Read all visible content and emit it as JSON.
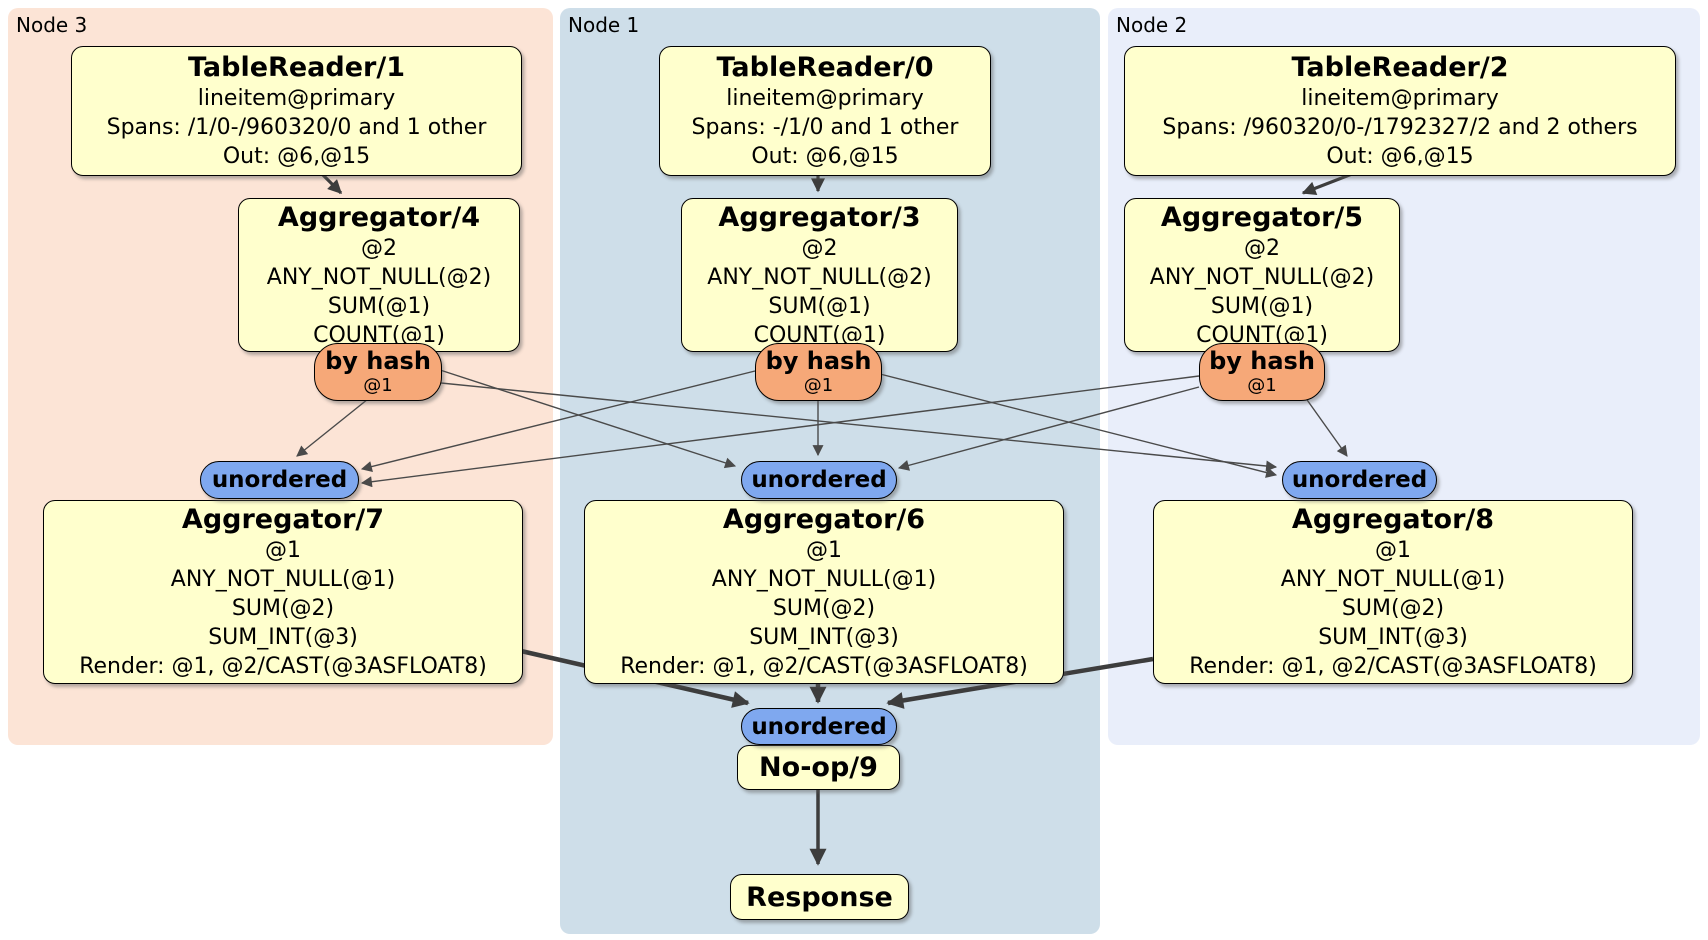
{
  "regions": {
    "node3": {
      "label": "Node 3",
      "bg": "#fce4d6"
    },
    "node1": {
      "label": "Node 1",
      "bg": "#cedee9"
    },
    "node2": {
      "label": "Node 2",
      "bg": "#e9eefa"
    }
  },
  "processors": {
    "tablereader1": {
      "title": "TableReader/1",
      "lines": [
        "lineitem@primary",
        "Spans: /1/0-/960320/0 and 1 other",
        "Out: @6,@15"
      ]
    },
    "tablereader0": {
      "title": "TableReader/0",
      "lines": [
        "lineitem@primary",
        "Spans: -/1/0 and 1 other",
        "Out: @6,@15"
      ]
    },
    "tablereader2": {
      "title": "TableReader/2",
      "lines": [
        "lineitem@primary",
        "Spans: /960320/0-/1792327/2 and 2 others",
        "Out: @6,@15"
      ]
    },
    "aggregator4": {
      "title": "Aggregator/4",
      "lines": [
        "@2",
        "ANY_NOT_NULL(@2)",
        "SUM(@1)",
        "COUNT(@1)"
      ]
    },
    "aggregator3": {
      "title": "Aggregator/3",
      "lines": [
        "@2",
        "ANY_NOT_NULL(@2)",
        "SUM(@1)",
        "COUNT(@1)"
      ]
    },
    "aggregator5": {
      "title": "Aggregator/5",
      "lines": [
        "@2",
        "ANY_NOT_NULL(@2)",
        "SUM(@1)",
        "COUNT(@1)"
      ]
    },
    "aggregator7": {
      "title": "Aggregator/7",
      "lines": [
        "@1",
        "ANY_NOT_NULL(@1)",
        "SUM(@2)",
        "SUM_INT(@3)",
        "Render: @1, @2/CAST(@3ASFLOAT8)"
      ]
    },
    "aggregator6": {
      "title": "Aggregator/6",
      "lines": [
        "@1",
        "ANY_NOT_NULL(@1)",
        "SUM(@2)",
        "SUM_INT(@3)",
        "Render: @1, @2/CAST(@3ASFLOAT8)"
      ]
    },
    "aggregator8": {
      "title": "Aggregator/8",
      "lines": [
        "@1",
        "ANY_NOT_NULL(@1)",
        "SUM(@2)",
        "SUM_INT(@3)",
        "Render: @1, @2/CAST(@3ASFLOAT8)"
      ]
    },
    "noop9": {
      "title": "No-op/9"
    },
    "response": {
      "title": "Response"
    }
  },
  "routers": {
    "by_hash": {
      "label": "by hash",
      "key": "@1"
    }
  },
  "streams": {
    "unordered_label": "unordered"
  },
  "colors": {
    "node3_bg": "#fce4d6",
    "node1_bg": "#cedee9",
    "node2_bg": "#e9eefa",
    "processor_bg": "#ffffcd",
    "router_bg": "#f6a878",
    "sync_bg": "#7fa8ef",
    "edge_thin": "#4a4a4a",
    "edge_thick": "#3d3d3d"
  }
}
